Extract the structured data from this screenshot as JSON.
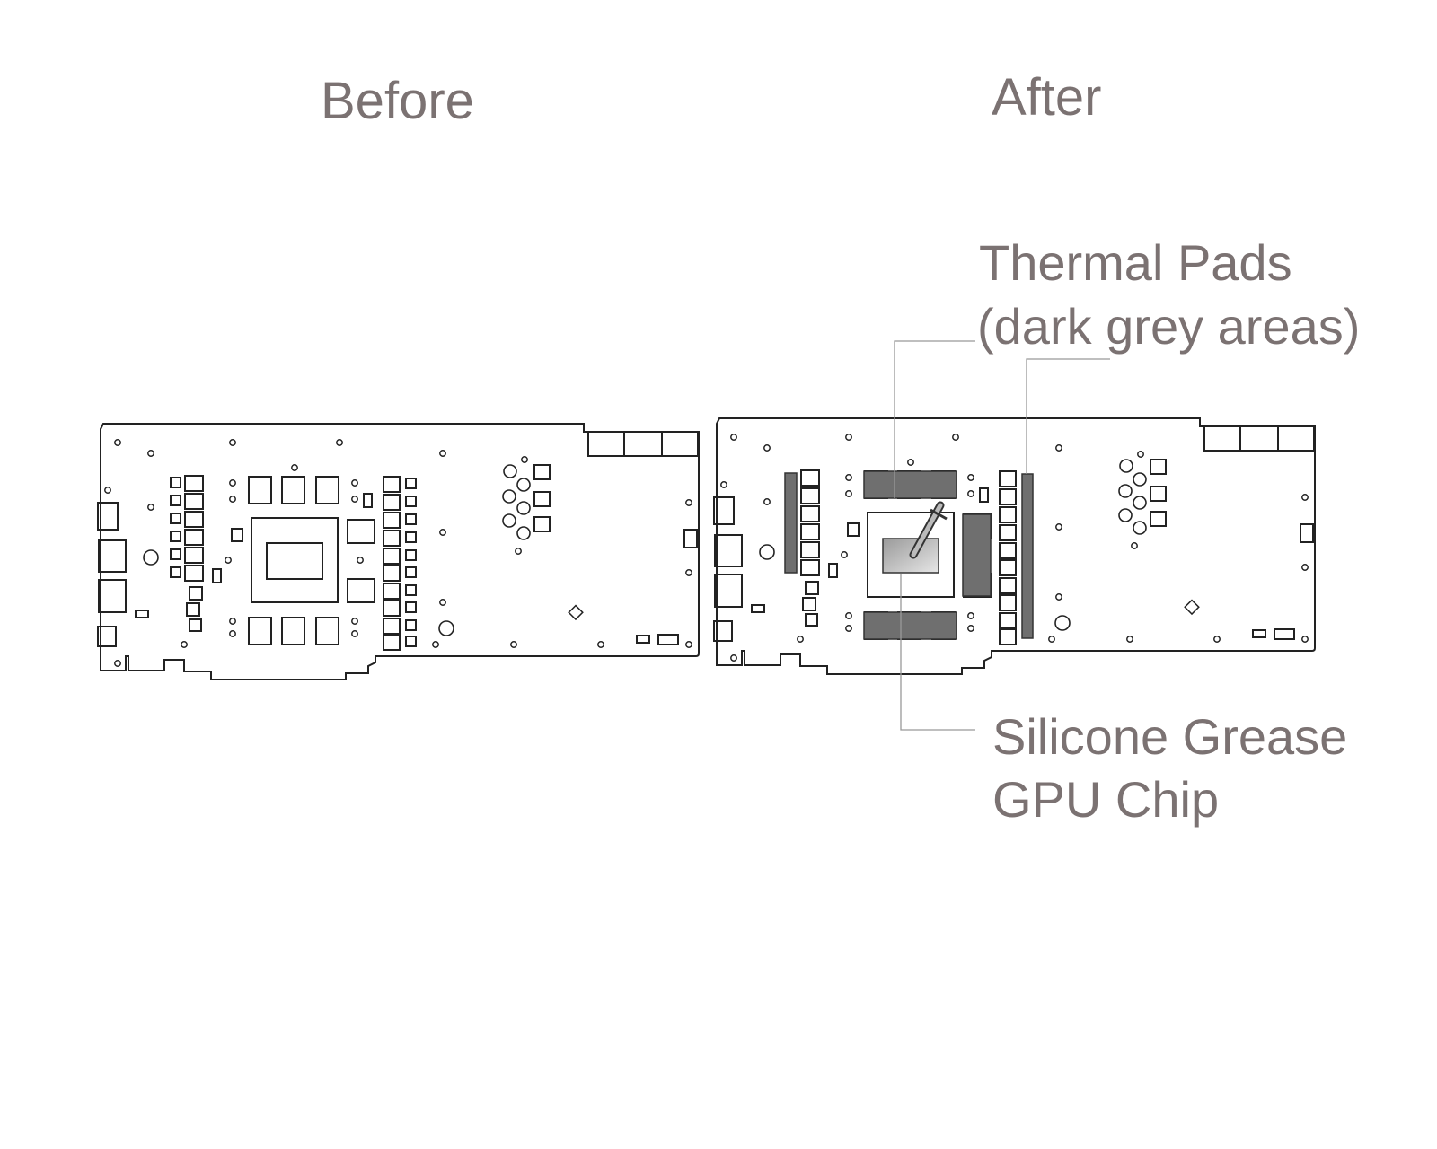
{
  "titles": {
    "before": "Before",
    "after": "After"
  },
  "callouts": {
    "thermal_pads": {
      "line1": "Thermal Pads",
      "line2": "(dark grey areas)"
    },
    "grease": {
      "line1": "Silicone Grease",
      "line2": "GPU Chip"
    }
  },
  "colors": {
    "text": "#7b7272",
    "outline": "#222222",
    "pad": "#6f6f6f",
    "leader": "#999999"
  }
}
